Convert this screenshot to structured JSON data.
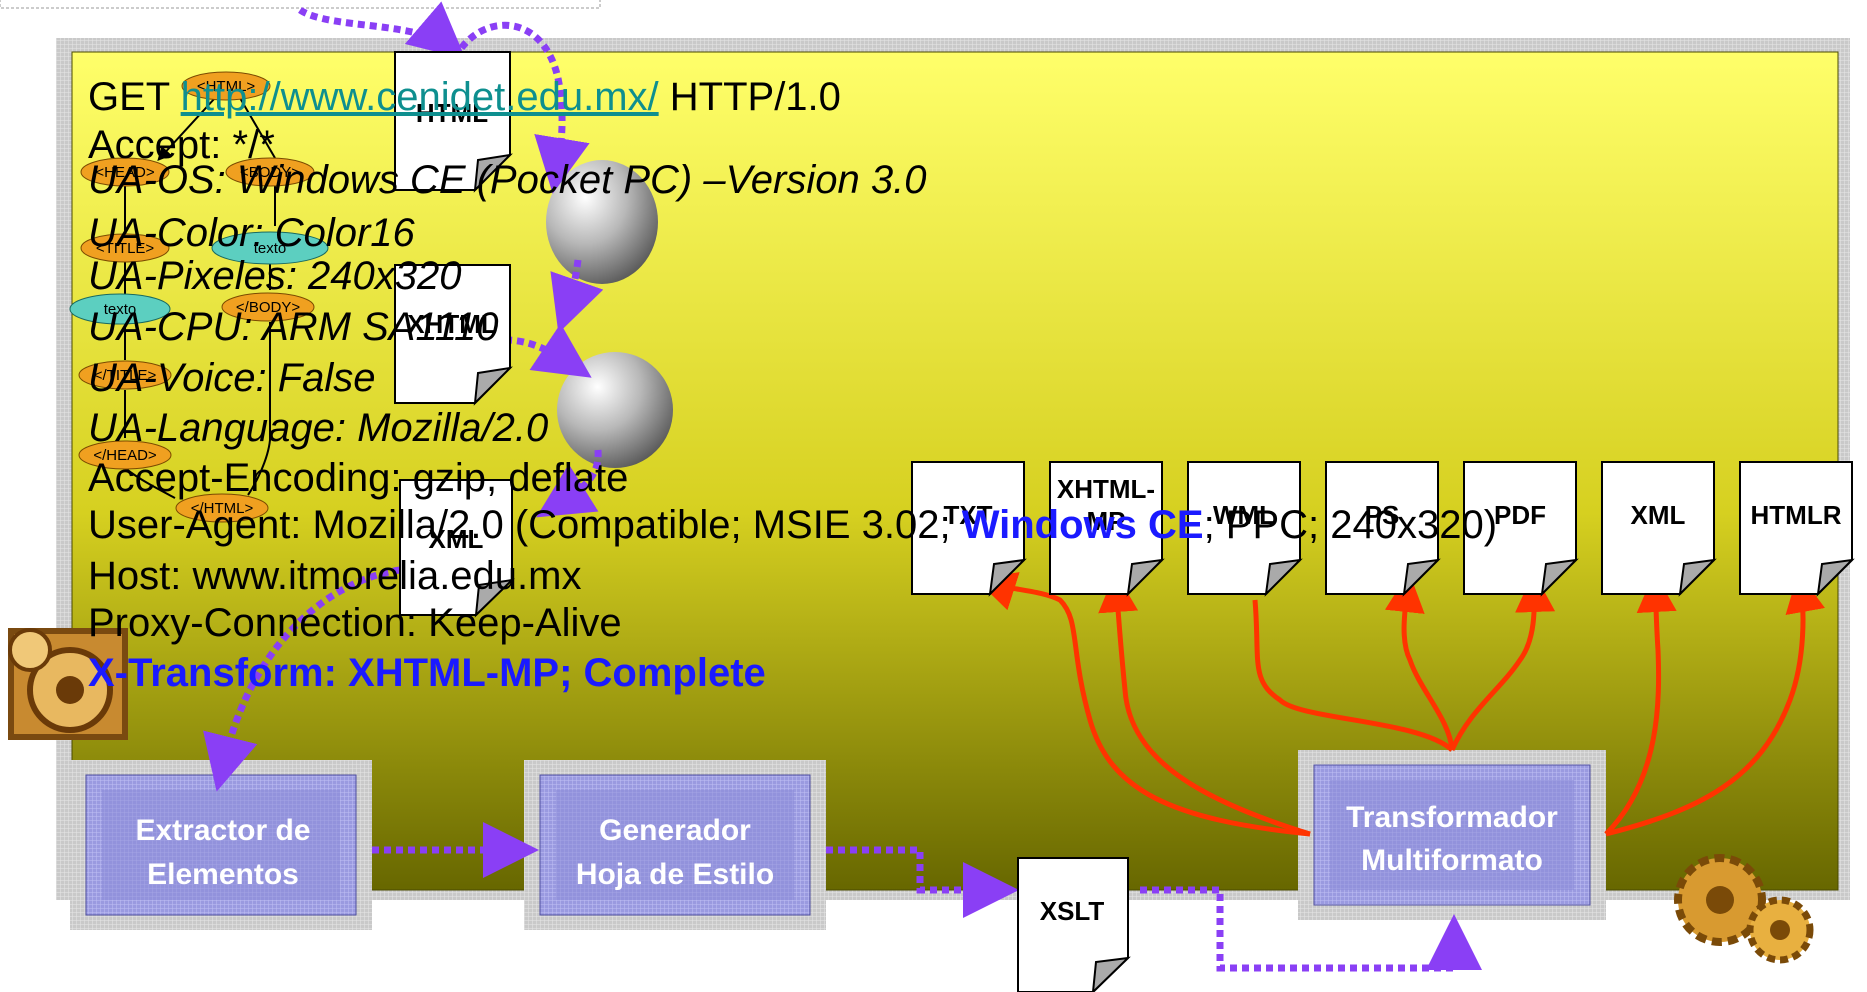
{
  "request": {
    "get_prefix": "GET ",
    "url": "http://www.cenidet.edu.mx/",
    "protocol": " HTTP/1.0",
    "accept": "Accept: */*",
    "ua_os": "UA-OS: Windows CE (Pocket PC) –Version 3.0",
    "ua_color": "UA-Color: Color16",
    "ua_pixels": "UA-Pixeles: 240x320",
    "ua_cpu": "UA-CPU: ARM SA1110",
    "ua_voice": "UA-Voice: False",
    "ua_language": "UA-Language: Mozilla/2.0",
    "accept_encoding": "Accept-Encoding: gzip, deflate",
    "user_agent_pre": "User-Agent: Mozilla/2.0 (Compatible; MSIE 3.02; ",
    "user_agent_os": "Windows CE",
    "user_agent_post": "; PPC; 240x320)",
    "host": "Host: www.itmorelia.edu.mx",
    "proxy": "Proxy-Connection: Keep-Alive",
    "x_transform": "X-Transform: XHTML-MP; Complete"
  },
  "tree_nodes": [
    "<HTML>",
    "<HEAD>",
    "<BODY>",
    "<TITLE>",
    "texto",
    "texto",
    "</BODY>",
    "</TITLE>",
    "</HEAD>",
    "</HTML>"
  ],
  "pipeline_docs": [
    "HTML",
    "XHTML",
    "XML"
  ],
  "output_docs": [
    "TXT",
    "XHTML-MP",
    "WML",
    "PS",
    "PDF",
    "XML",
    "HTMLR"
  ],
  "process_boxes": {
    "extractor": [
      "Extractor de",
      "Elementos"
    ],
    "generator": [
      "Generador",
      "Hoja de Estilo"
    ],
    "transformer": [
      "Transformador",
      "Multiformato"
    ]
  },
  "xslt_label": "XSLT",
  "colors": {
    "panel_top": "#ffff66",
    "panel_bottom": "#6b6b00",
    "arrow_purple": "#8a3ff5",
    "arrow_red": "#ff3300",
    "box_fill": "#a8a8e8",
    "node_orange": "#f0a020",
    "node_teal": "#5ccfc0"
  }
}
